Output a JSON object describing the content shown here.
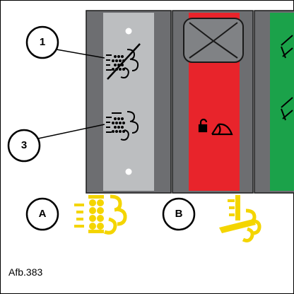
{
  "callouts": {
    "one": "1",
    "three": "3"
  },
  "legend": {
    "a_label": "A",
    "b_label": "B",
    "icon_color": "#f4d500"
  },
  "panel_colors": {
    "left_panel": "#bcbec0",
    "center_panel": "#e8242b",
    "right_panel": "#1ba24a",
    "frame_dark": "#6d6e71"
  },
  "caption": "Afb.383"
}
